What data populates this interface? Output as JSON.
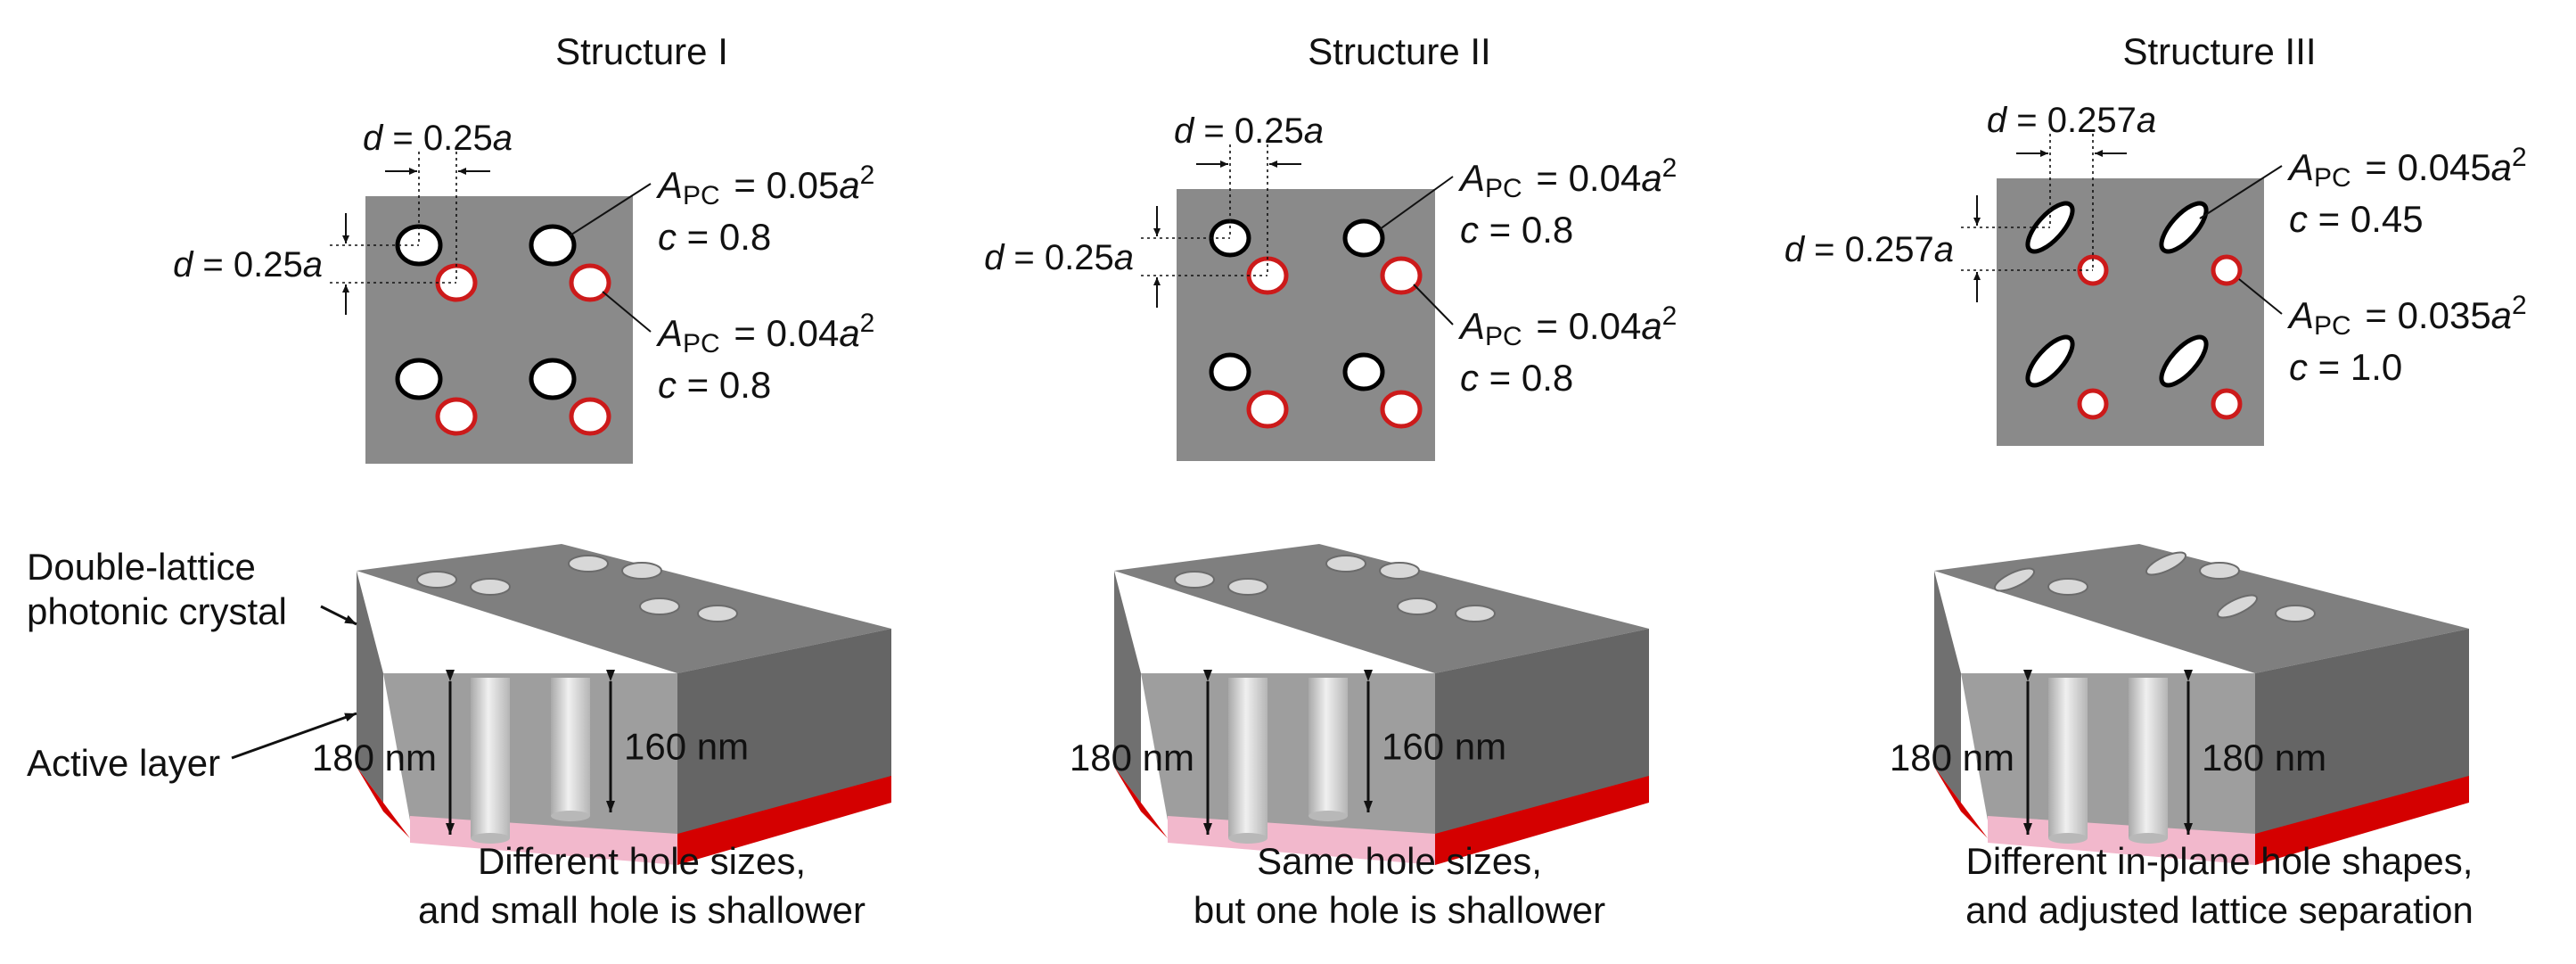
{
  "structures": [
    {
      "title": "Structure I",
      "d_top": "d = 0.25a",
      "d_left": "d = 0.25a",
      "big_hole": {
        "area": "A_PC = 0.05a^2",
        "c": "c = 0.8"
      },
      "small_hole": {
        "area": "A_PC = 0.04a^2",
        "c": "c = 0.8"
      },
      "depth_outer": "180 nm",
      "depth_inner": "160 nm",
      "caption_line1": "Different hole sizes,",
      "caption_line2": "and small hole is shallower"
    },
    {
      "title": "Structure II",
      "d_top": "d = 0.25a",
      "d_left": "d = 0.25a",
      "big_hole": {
        "area": "A_PC = 0.04a^2",
        "c": "c = 0.8"
      },
      "small_hole": {
        "area": "A_PC = 0.04a^2",
        "c": "c = 0.8"
      },
      "depth_outer": "180 nm",
      "depth_inner": "160 nm",
      "caption_line1": "Same hole sizes,",
      "caption_line2": "but one hole is shallower"
    },
    {
      "title": "Structure III",
      "d_top": "d = 0.257a",
      "d_left": "d = 0.257a",
      "big_hole": {
        "area": "A_PC = 0.045a^2",
        "c": "c = 0.45"
      },
      "small_hole": {
        "area": "A_PC = 0.035a^2",
        "c": "c = 1.0"
      },
      "depth_outer": "180 nm",
      "depth_inner": "180 nm",
      "caption_line1": "Different in-plane hole shapes,",
      "caption_line2": "and adjusted lattice separation"
    }
  ],
  "side_labels": {
    "photonic_crystal_line1": "Double-lattice",
    "photonic_crystal_line2": "photonic crystal",
    "active_layer": "Active layer"
  },
  "colors": {
    "unit_cell_fill": "#8a8a8a",
    "hole_fill": "#ffffff",
    "hole_outline_primary": "#000000",
    "hole_outline_secondary": "#cc1a1a",
    "slab_top": "#7f7f7f",
    "slab_front": "#9e9e9e",
    "slab_right": "#656565",
    "active_layer_pink": "#f2b8cc",
    "active_layer_red": "#d40000"
  }
}
